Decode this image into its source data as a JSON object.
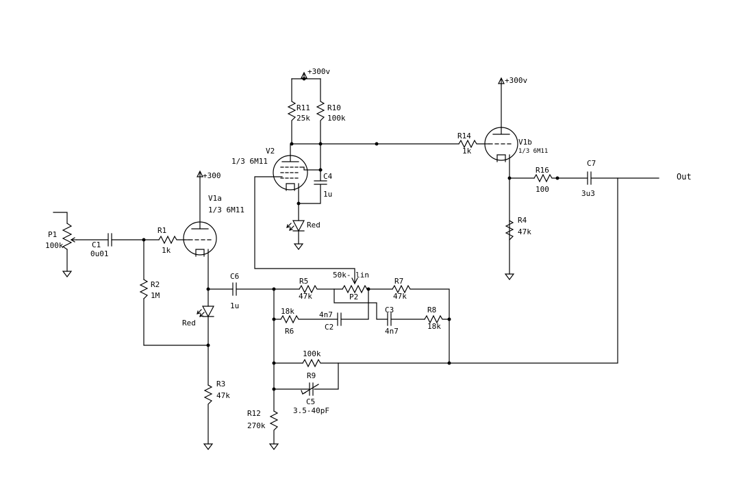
{
  "components": {
    "p1": {
      "ref": "P1",
      "value": "100k"
    },
    "c1": {
      "ref": "C1",
      "value": "0u01"
    },
    "r1": {
      "ref": "R1",
      "value": "1k"
    },
    "r2": {
      "ref": "R2",
      "value": "1M"
    },
    "r3": {
      "ref": "R3",
      "value": "47k"
    },
    "v1a": {
      "ref": "V1a",
      "value": "1/3 6M11"
    },
    "led1": {
      "value": "Red"
    },
    "c6": {
      "ref": "C6",
      "value": "1u"
    },
    "v2": {
      "ref": "V2",
      "value": "1/3 6M11"
    },
    "r11": {
      "ref": "R11",
      "value": "25k"
    },
    "r10": {
      "ref": "R10",
      "value": "100k"
    },
    "c4": {
      "ref": "C4",
      "value": "1u"
    },
    "led2": {
      "value": "Red"
    },
    "r14": {
      "ref": "R14",
      "value": "1k"
    },
    "v1b": {
      "ref": "V1b",
      "value": "1/3 6M11"
    },
    "r16": {
      "ref": "R16",
      "value": "100"
    },
    "c7": {
      "ref": "C7",
      "value": "3u3"
    },
    "r4": {
      "ref": "R4",
      "value": "47k"
    },
    "r5": {
      "ref": "R5",
      "value": "47k"
    },
    "p2": {
      "ref": "P2",
      "value": "50k- lin"
    },
    "r7": {
      "ref": "R7",
      "value": "47k"
    },
    "r6": {
      "ref": "R6",
      "value": "18k"
    },
    "c2": {
      "ref": "C2",
      "value": "4n7"
    },
    "c3": {
      "ref": "C3",
      "value": "4n7"
    },
    "r8": {
      "ref": "R8",
      "value": "18k"
    },
    "r9": {
      "ref": "R9",
      "value": "100k"
    },
    "c5": {
      "ref": "C5",
      "value": "3.5-40pF"
    },
    "r12": {
      "ref": "R12",
      "value": "270k"
    }
  },
  "supplies": {
    "v2_supply": "+300v",
    "v1a_supply": "+300",
    "v1b_supply": "+300v"
  },
  "output_label": "Out"
}
